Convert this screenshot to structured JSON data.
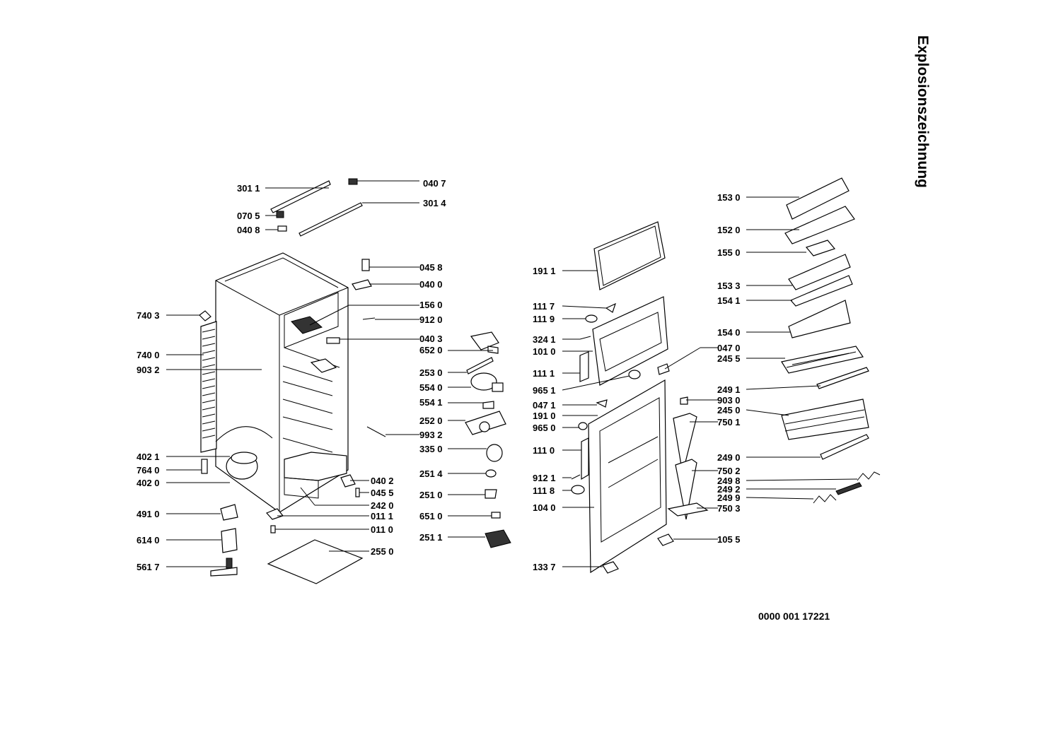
{
  "title": "Explosionszeichnung",
  "document_number": "0000 001 17221",
  "labels": [
    "301 1",
    "040 7",
    "070 5",
    "301 4",
    "040 8",
    "045 8",
    "040 0",
    "156 0",
    "740 3",
    "912 0",
    "040 3",
    "740 0",
    "652 0",
    "903 2",
    "253 0",
    "554 0",
    "554 1",
    "252 0",
    "993 2",
    "335 0",
    "402 1",
    "764 0",
    "040 2",
    "251 4",
    "402 0",
    "045 5",
    "251 0",
    "242 0",
    "491 0",
    "011 1",
    "651 0",
    "011 0",
    "614 0",
    "251 1",
    "255 0",
    "561 7",
    "191 1",
    "111 7",
    "111 9",
    "324 1",
    "101 0",
    "111 1",
    "965 1",
    "047 1",
    "191 0",
    "965 0",
    "111 0",
    "912 1",
    "111 8",
    "104 0",
    "133 7",
    "153 0",
    "152 0",
    "155 0",
    "153 3",
    "154 1",
    "154 0",
    "047 0",
    "245 5",
    "249 1",
    "903 0",
    "245 0",
    "750 1",
    "249 0",
    "750 2",
    "249 8",
    "249 2",
    "249 9",
    "750 3",
    "105 5"
  ]
}
